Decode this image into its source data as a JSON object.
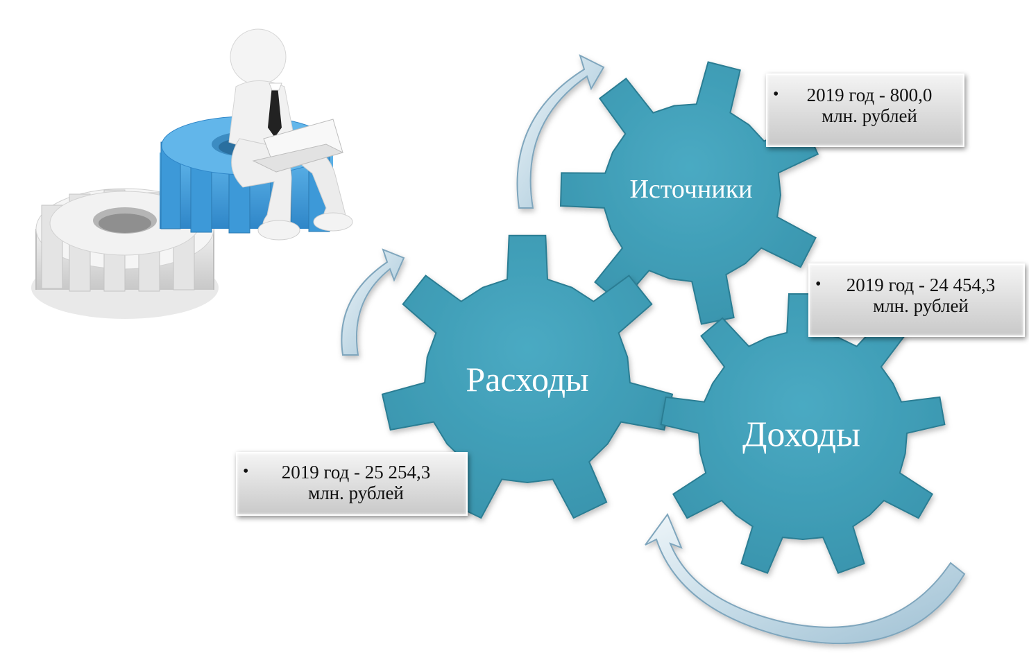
{
  "gears": {
    "expenses": {
      "label": "Расходы"
    },
    "sources": {
      "label": "Источники"
    },
    "revenues": {
      "label": "Доходы"
    }
  },
  "callouts": {
    "sources": {
      "bullet": "•",
      "line1": "2019 год - 800,0",
      "line2": "млн. рублей"
    },
    "revenues": {
      "bullet": "•",
      "line1": "2019 год  - 24 454,3",
      "line2": "млн. рублей"
    },
    "expenses": {
      "bullet": "•",
      "line1": "2019 год - 25 254,3",
      "line2": "млн. рублей"
    }
  },
  "colors": {
    "gear_fill": "#3f9fb8",
    "gear_edge": "#2c7d93",
    "arrow_fill": "#c9dde8",
    "arrow_edge": "#7fa6bd"
  },
  "icons": {
    "illustration": "person-with-laptop-on-gears-icon",
    "cycle_arrow": "curved-arrow-icon"
  }
}
